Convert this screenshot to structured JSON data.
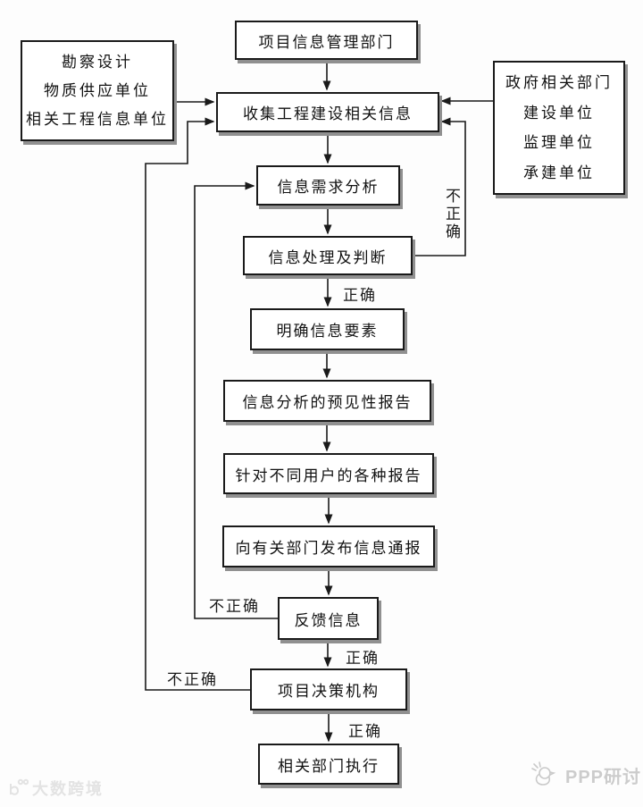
{
  "flowchart": {
    "nodes": {
      "top": {
        "label": "项目信息管理部门"
      },
      "left_sources": {
        "lines": [
          "勘察设计",
          "物质供应单位",
          "相关工程信息单位"
        ]
      },
      "right_sources": {
        "lines": [
          "政府相关部门",
          "建设单位",
          "监理单位",
          "承建单位"
        ]
      },
      "collect": {
        "label": "收集工程建设相关信息"
      },
      "demand": {
        "label": "信息需求分析"
      },
      "process": {
        "label": "信息处理及判断"
      },
      "element": {
        "label": "明确信息要素"
      },
      "forecast": {
        "label": "信息分析的预见性报告"
      },
      "reports": {
        "label": "针对不同用户的各种报告"
      },
      "publish": {
        "label": "向有关部门发布信息通报"
      },
      "feedback": {
        "label": "反馈信息"
      },
      "decision": {
        "label": "项目决策机构"
      },
      "execute": {
        "label": "相关部门执行"
      }
    },
    "edge_labels": {
      "process_correct": "正确",
      "feedback_correct": "正确",
      "decision_correct": "正确",
      "process_incorrect": "不正确",
      "feedback_incorrect": "不正确",
      "decision_incorrect": "不正确"
    }
  },
  "watermarks": {
    "bottom_left": "大数跨境",
    "bottom_right": "PPP研讨"
  },
  "colors": {
    "line": "#1a1a1a",
    "box_border": "#1a1a1a",
    "box_shadow": "#909090",
    "background": "#fdfdfd",
    "watermark_left_text": "#e3e3e3",
    "watermark_right_text": "#cccccc"
  }
}
